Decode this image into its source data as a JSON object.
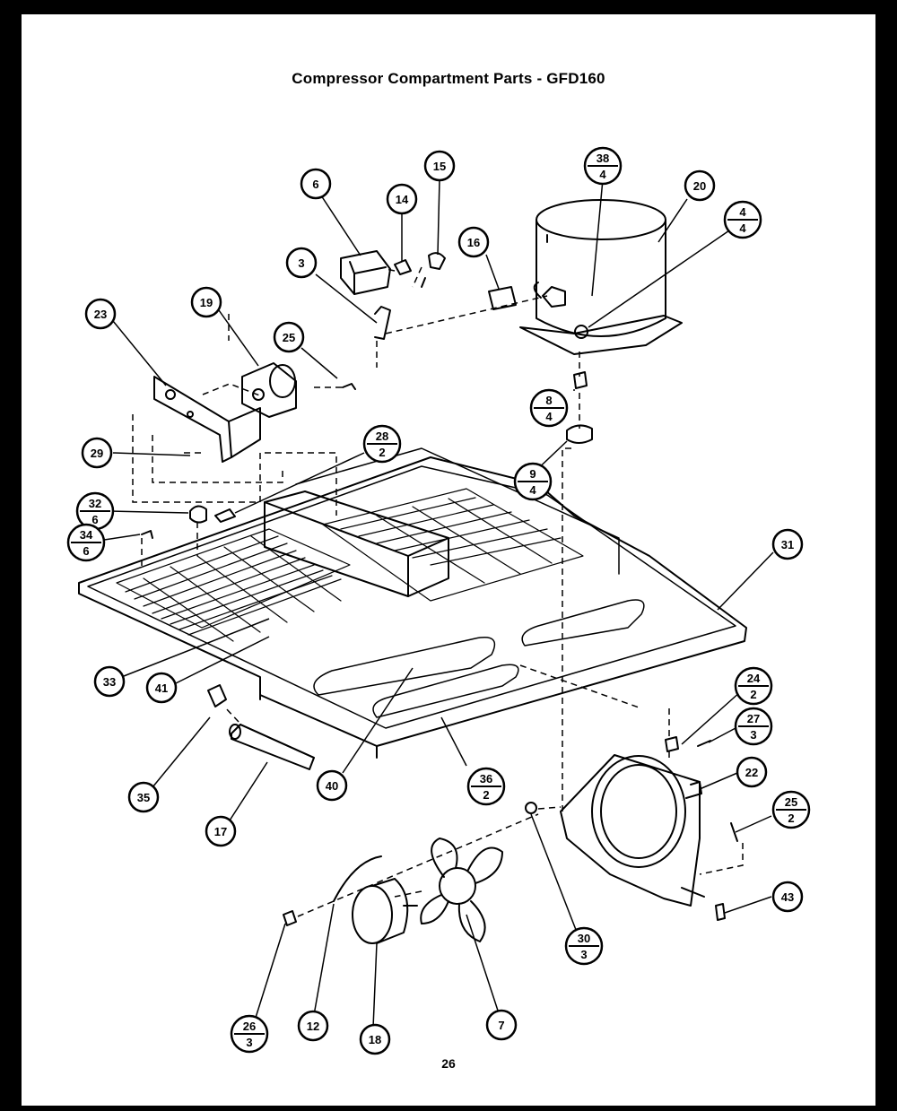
{
  "title": "Compressor Compartment Parts - GFD160",
  "page_number": "26",
  "callouts": [
    {
      "num": "6"
    },
    {
      "num": "14"
    },
    {
      "num": "15"
    },
    {
      "num": "38",
      "qty": "4"
    },
    {
      "num": "20"
    },
    {
      "num": "4",
      "qty": "4"
    },
    {
      "num": "16"
    },
    {
      "num": "3"
    },
    {
      "num": "23"
    },
    {
      "num": "19"
    },
    {
      "num": "25"
    },
    {
      "num": "8",
      "qty": "4"
    },
    {
      "num": "9",
      "qty": "4"
    },
    {
      "num": "29"
    },
    {
      "num": "28",
      "qty": "2"
    },
    {
      "num": "32",
      "qty": "6"
    },
    {
      "num": "34",
      "qty": "6"
    },
    {
      "num": "31"
    },
    {
      "num": "33"
    },
    {
      "num": "41"
    },
    {
      "num": "24",
      "qty": "2"
    },
    {
      "num": "27",
      "qty": "3"
    },
    {
      "num": "35"
    },
    {
      "num": "40"
    },
    {
      "num": "36",
      "qty": "2"
    },
    {
      "num": "22"
    },
    {
      "num": "17"
    },
    {
      "num": "25",
      "qty": "2"
    },
    {
      "num": "30",
      "qty": "3"
    },
    {
      "num": "43"
    },
    {
      "num": "26",
      "qty": "3"
    },
    {
      "num": "12"
    },
    {
      "num": "18"
    },
    {
      "num": "7"
    }
  ]
}
